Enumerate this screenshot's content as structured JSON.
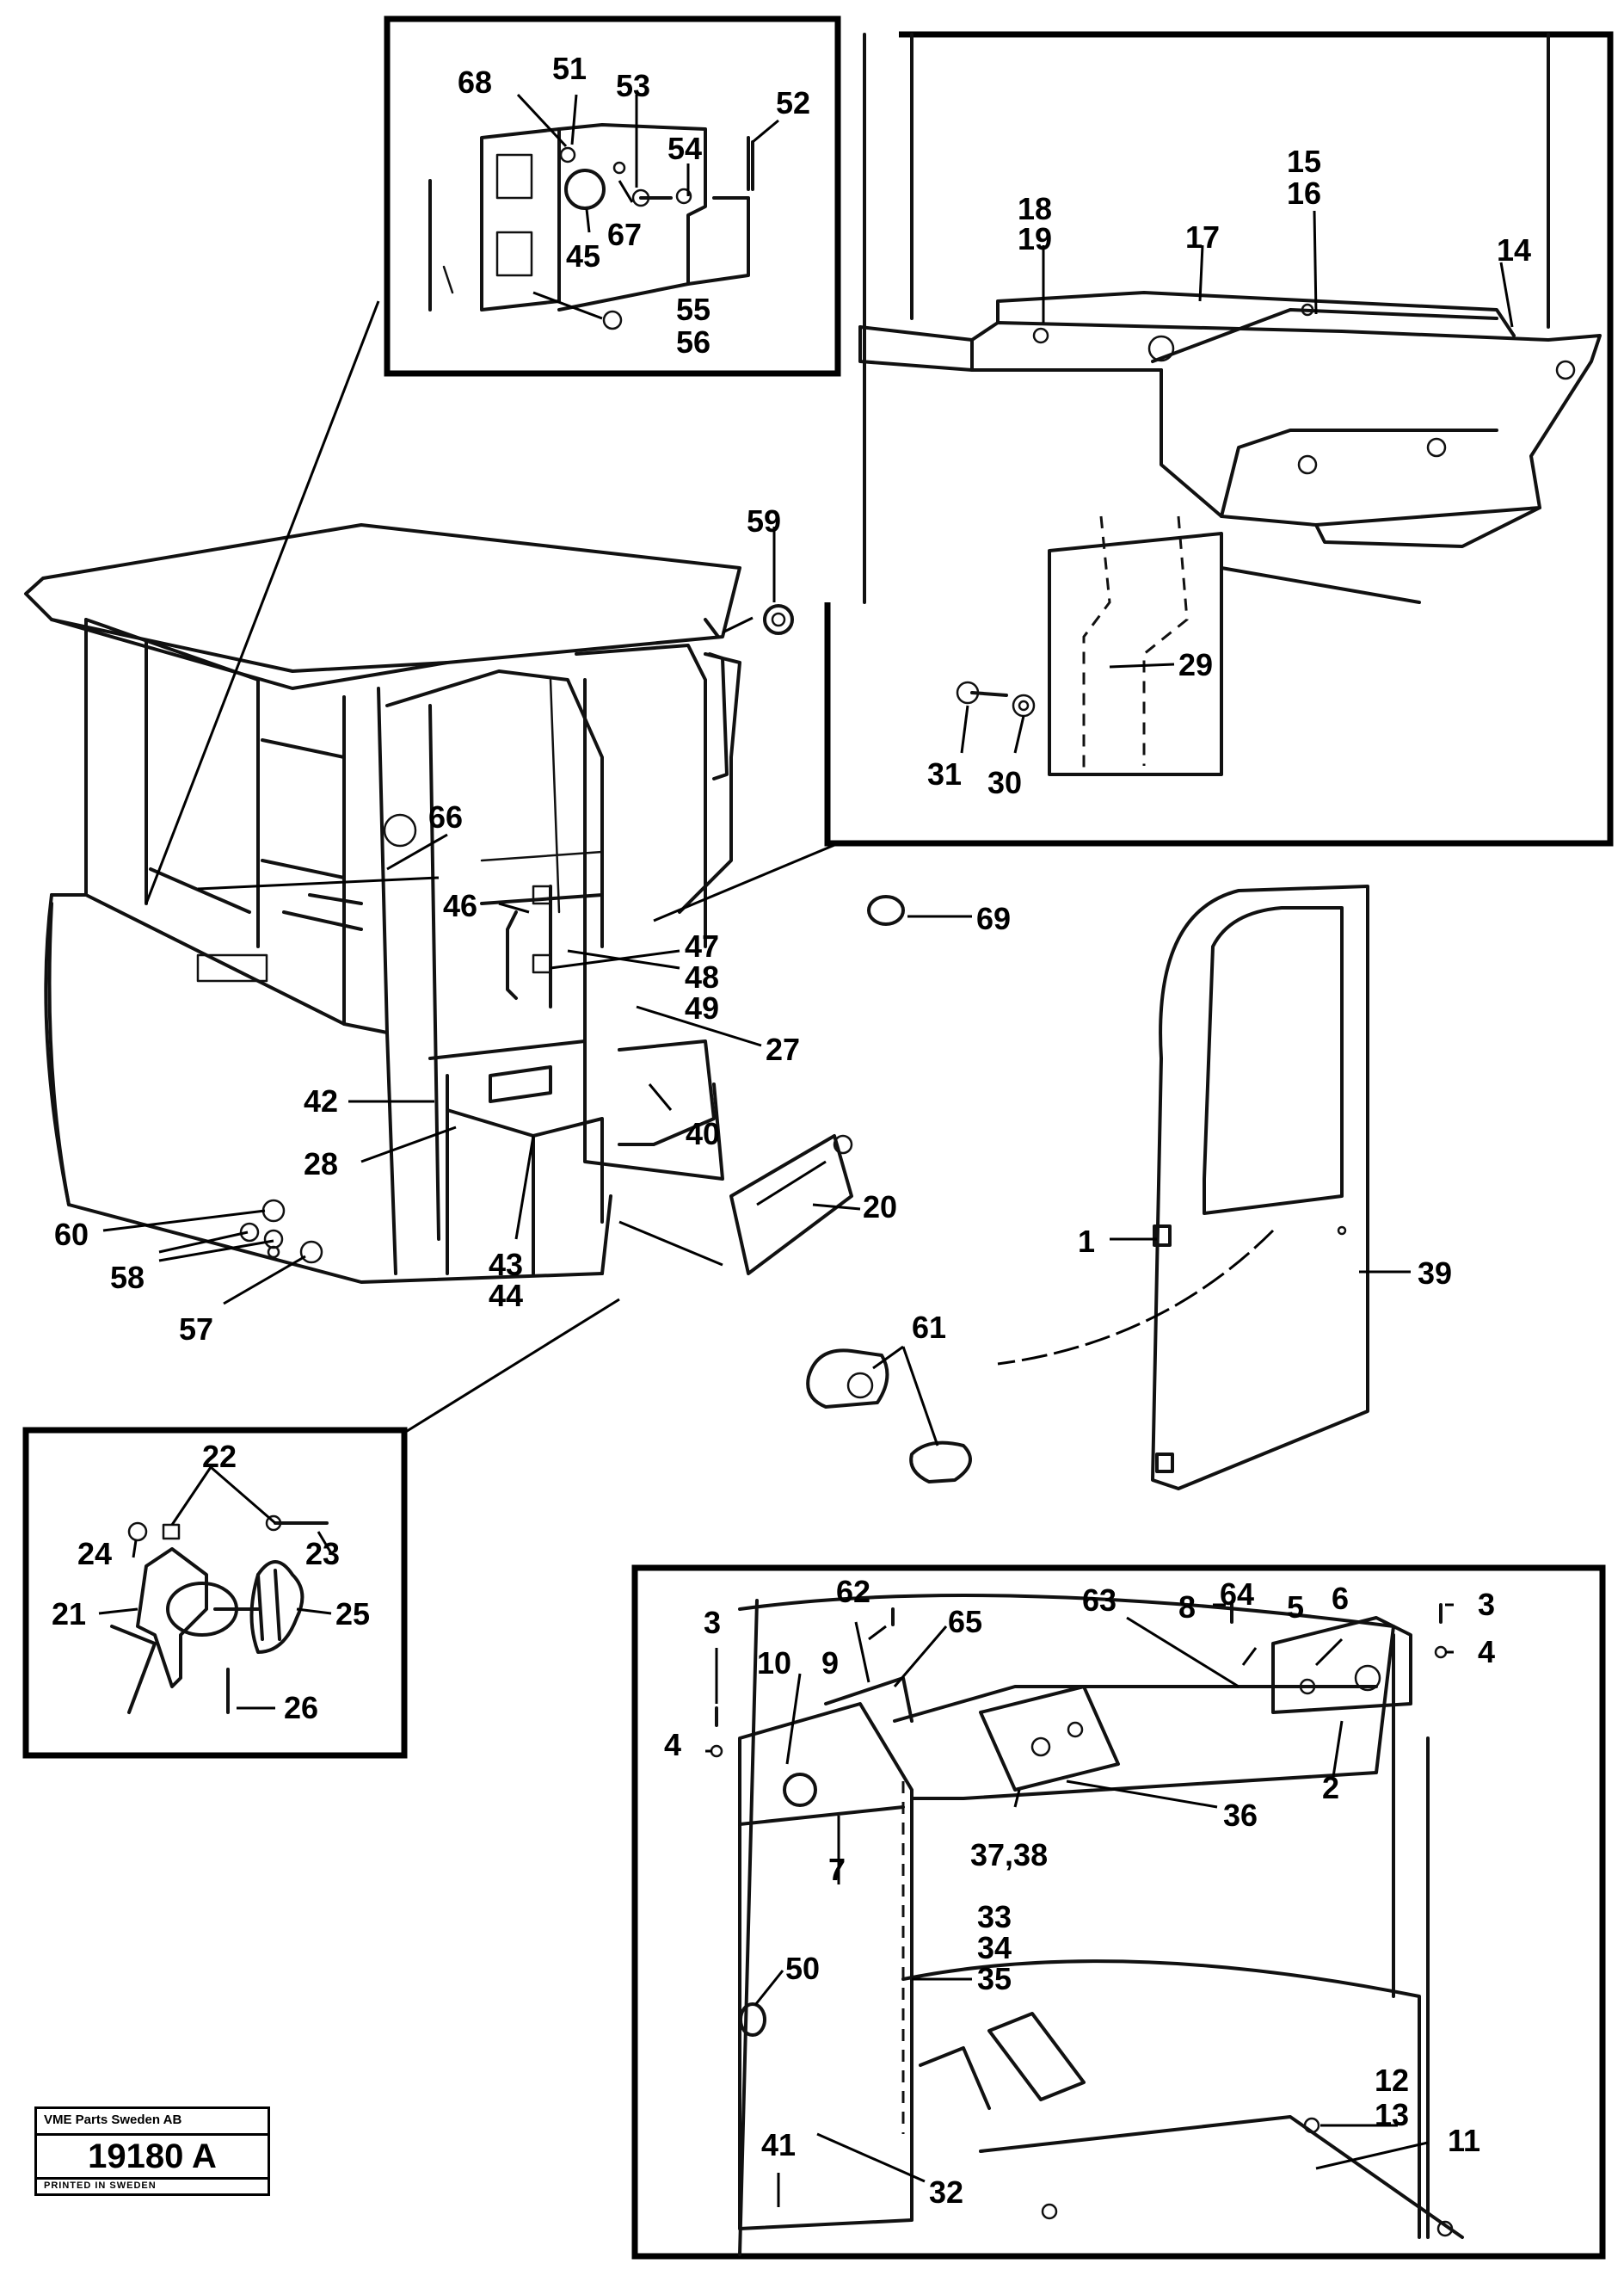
{
  "labels": {
    "l1": "1",
    "l2": "2",
    "l3a": "3",
    "l3b": "3",
    "l4a": "4",
    "l4b": "4",
    "l5": "5",
    "l6": "6",
    "l7": "7",
    "l8": "8",
    "l9": "9",
    "l10": "10",
    "l11": "11",
    "l12": "12",
    "l13": "13",
    "l14": "14",
    "l15": "15",
    "l16": "16",
    "l17": "17",
    "l18": "18",
    "l19": "19",
    "l20": "20",
    "l21": "21",
    "l22": "22",
    "l23": "23",
    "l24": "24",
    "l25": "25",
    "l26": "26",
    "l27": "27",
    "l28": "28",
    "l29": "29",
    "l30": "30",
    "l31": "31",
    "l32": "32",
    "l33": "33",
    "l34": "34",
    "l35": "35",
    "l36": "36",
    "l3738": "37,38",
    "l39": "39",
    "l40": "40",
    "l41": "41",
    "l42": "42",
    "l43": "43",
    "l44": "44",
    "l45": "45",
    "l46": "46",
    "l47": "47",
    "l48": "48",
    "l49": "49",
    "l50": "50",
    "l51": "51",
    "l52": "52",
    "l53": "53",
    "l54": "54",
    "l55": "55",
    "l56": "56",
    "l57": "57",
    "l58": "58",
    "l59": "59",
    "l60": "60",
    "l61": "61",
    "l62": "62",
    "l63": "63",
    "l64": "64",
    "l65": "65",
    "l66": "66",
    "l67": "67",
    "l68": "68",
    "l69": "69"
  },
  "stamp": {
    "company": "VME Parts Sweden AB",
    "number": "19180 A",
    "printed": "PRINTED IN SWEDEN"
  }
}
